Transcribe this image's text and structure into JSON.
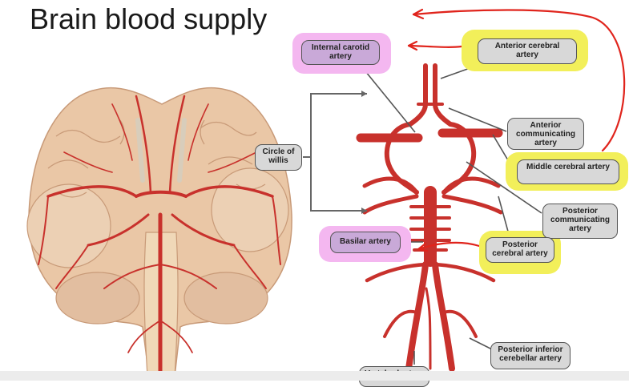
{
  "title": "Brain blood supply",
  "labels": {
    "internal_carotid": "Internal carotid artery",
    "anterior_cerebral": "Anterior cerebral artery",
    "circle_of_willis": "Circle of willis",
    "anterior_communicating": "Anterior communicating artery",
    "middle_cerebral": "Middle cerebral artery",
    "posterior_communicating": "Posterior communicating artery",
    "basilar": "Basilar artery",
    "posterior_cerebral": "Posterior cerebral artery",
    "posterior_inferior_cerebellar": "Posterior inferior cerebellar artery",
    "vertebral": "Vertebral artery"
  },
  "colors": {
    "artery": "#c8312c",
    "brain": "#eac7a6",
    "highlight_pink": "#f4b7f0",
    "highlight_yellow": "#f2ef5a",
    "label_gray": "#d8d8d8",
    "label_purple": "#c9a9d8",
    "annotation_arrow": "#e0241c"
  }
}
